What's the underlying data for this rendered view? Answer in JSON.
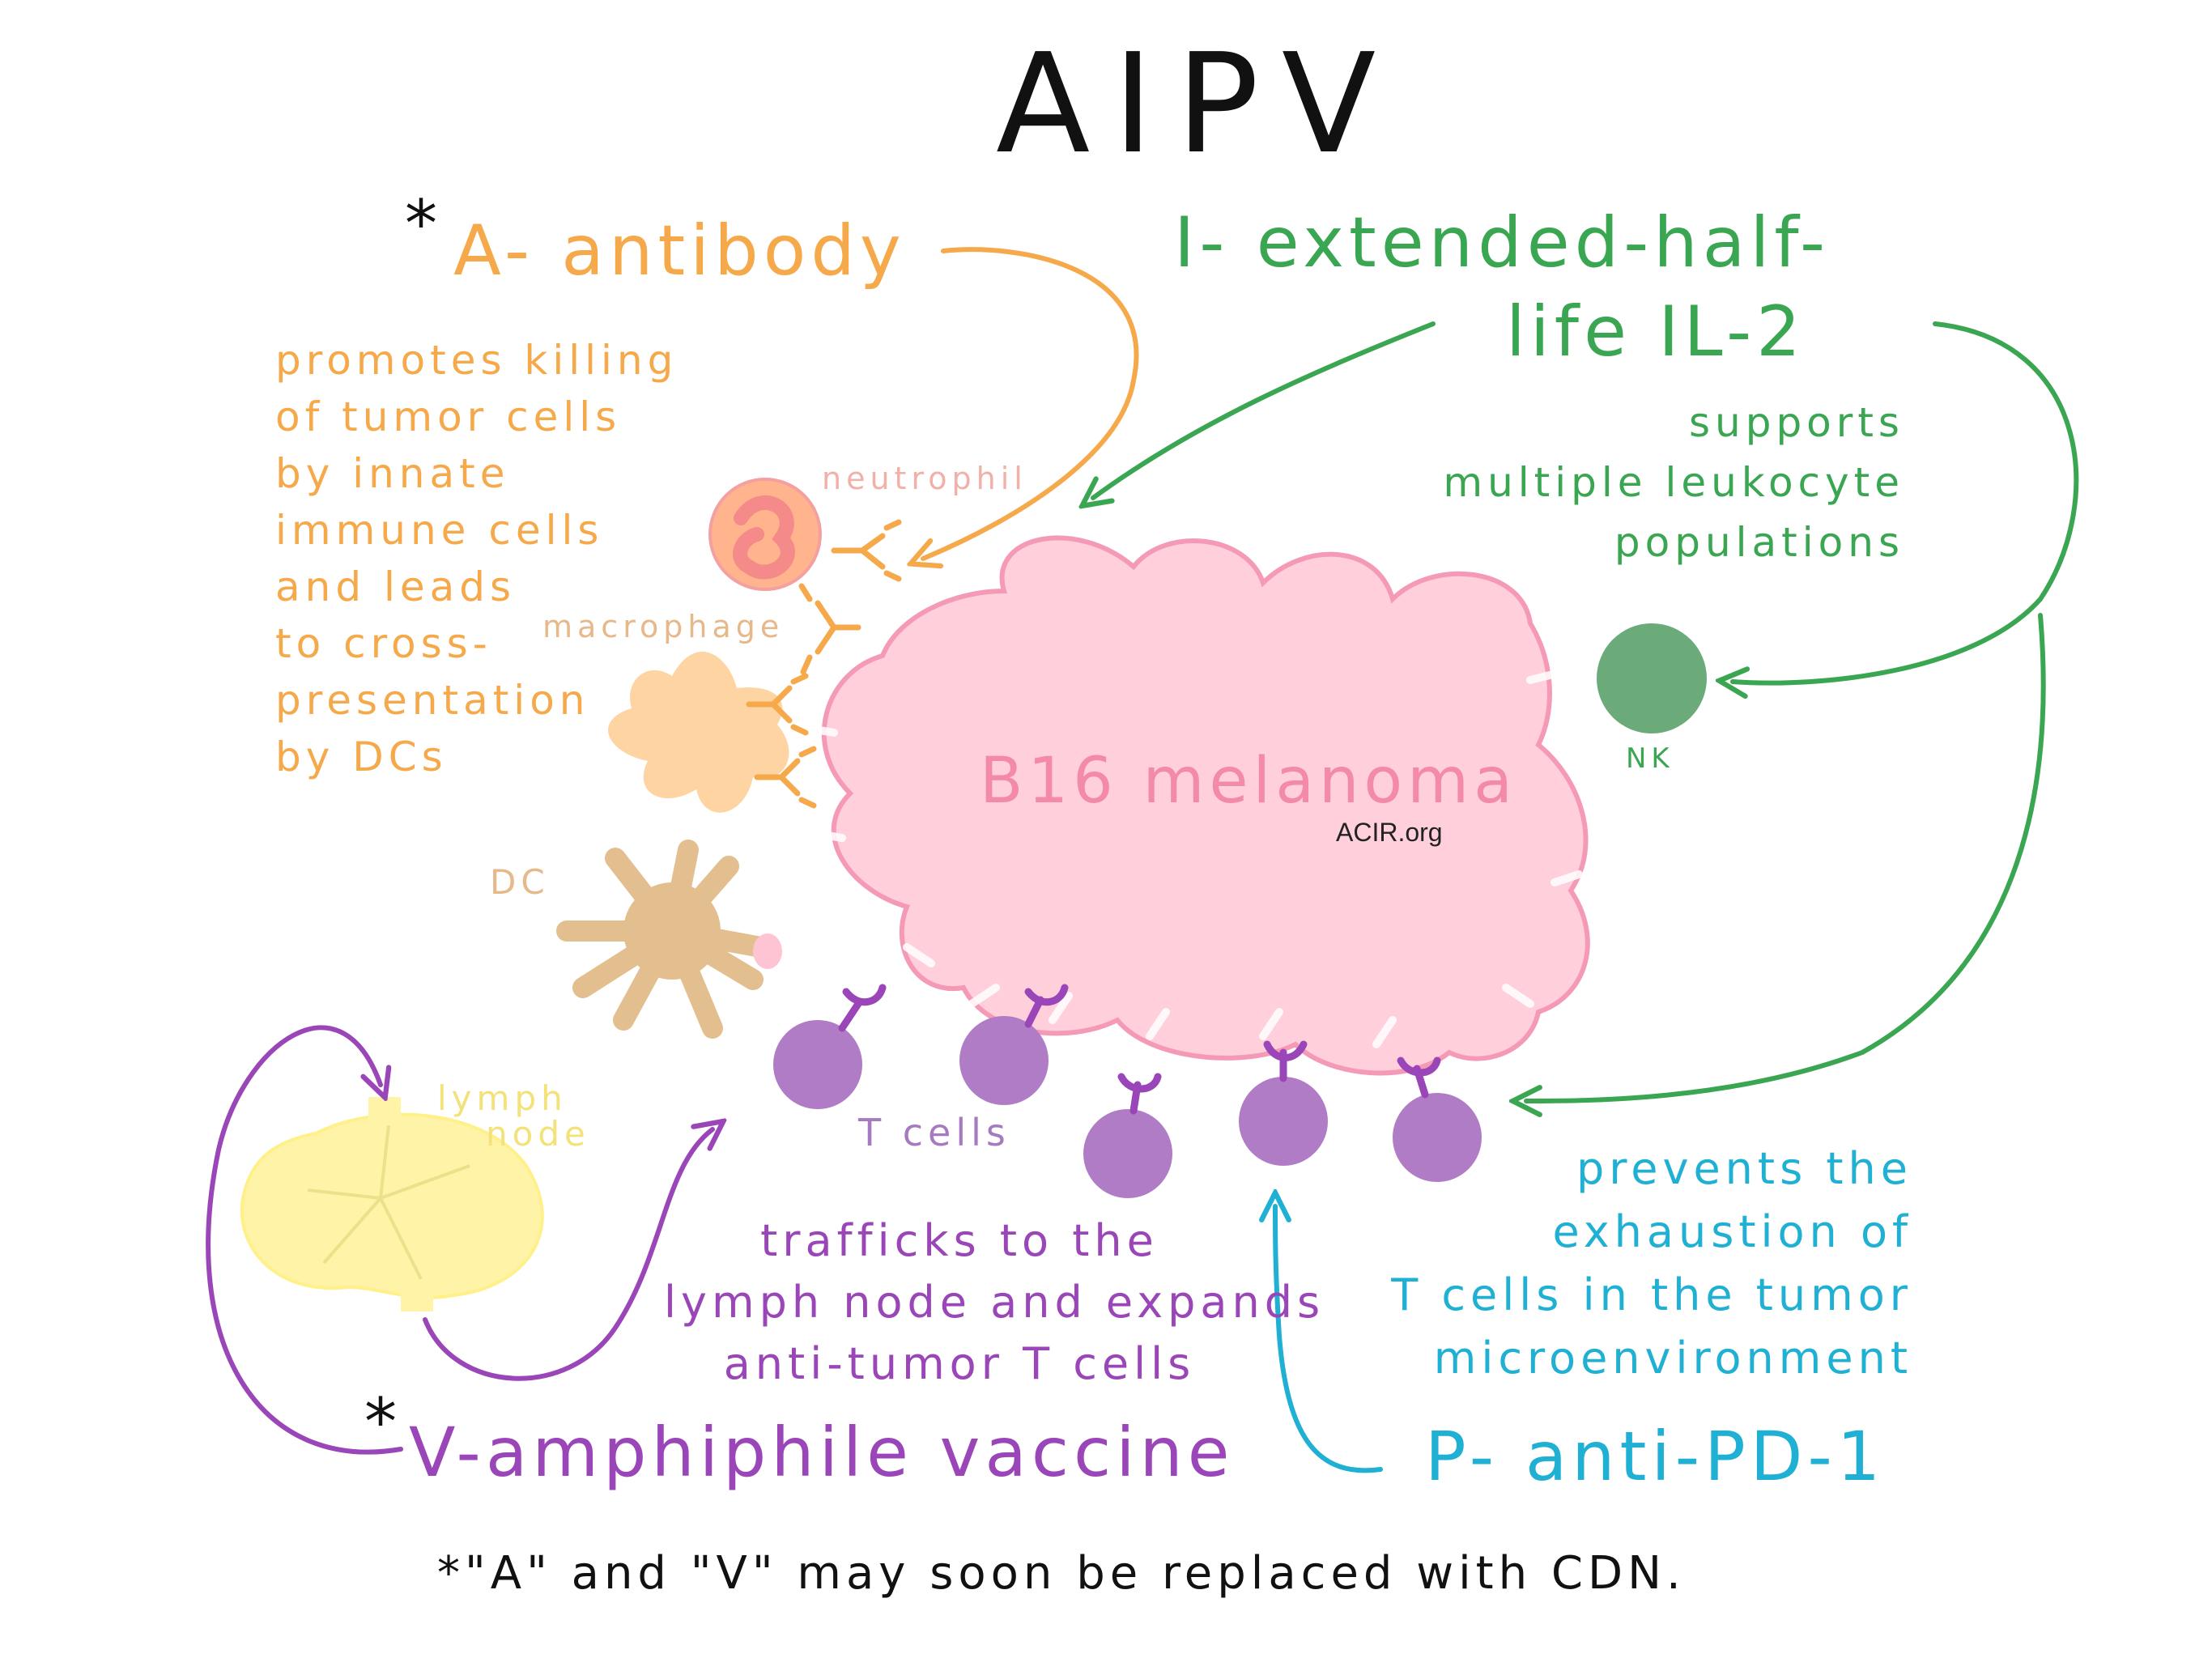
{
  "title": "AIPV",
  "components": {
    "a": {
      "star": "*",
      "heading": "A- antibody",
      "description": [
        "promotes killing",
        "of tumor cells",
        "by innate",
        "immune cells",
        "and leads",
        "to cross-",
        "presentation",
        "by DCs"
      ]
    },
    "i": {
      "heading_line1": "I- extended-half-",
      "heading_line2": "life IL-2",
      "description": [
        "supports",
        "multiple leukocyte",
        "populations"
      ]
    },
    "v": {
      "star": "*",
      "heading": "V-amphiphile vaccine",
      "description": [
        "trafficks to the",
        "lymph node and expands",
        "anti-tumor T cells"
      ]
    },
    "p": {
      "heading": "P- anti-PD-1",
      "description": [
        "prevents the",
        "exhaustion of",
        "T cells in the tumor",
        "microenvironment"
      ]
    }
  },
  "cells": {
    "neutrophil": "neutrophil",
    "macrophage": "macrophage",
    "dc": "DC",
    "nk": "NK",
    "tcells": "T cells",
    "lymph_node": [
      "lymph",
      "node"
    ]
  },
  "tumor": {
    "label": "B16 melanoma",
    "credit": "ACIR.org"
  },
  "footnote": "*\"A\" and \"V\" may soon be replaced with CDN.",
  "colors": {
    "antibody": "#f5a94a",
    "il2": "#3aa652",
    "vaccine": "#9a45b8",
    "pd1": "#1fb0d4",
    "tumor_fill": "#ffd0dc",
    "tumor_stroke": "#f59ab6",
    "tcell": "#b07cc6",
    "nk": "#6aab79",
    "lymph": "#fff3a8",
    "dc": "#e3be8e",
    "macrophage": "#fed4a2",
    "neutrophil": "#ffb48e"
  }
}
